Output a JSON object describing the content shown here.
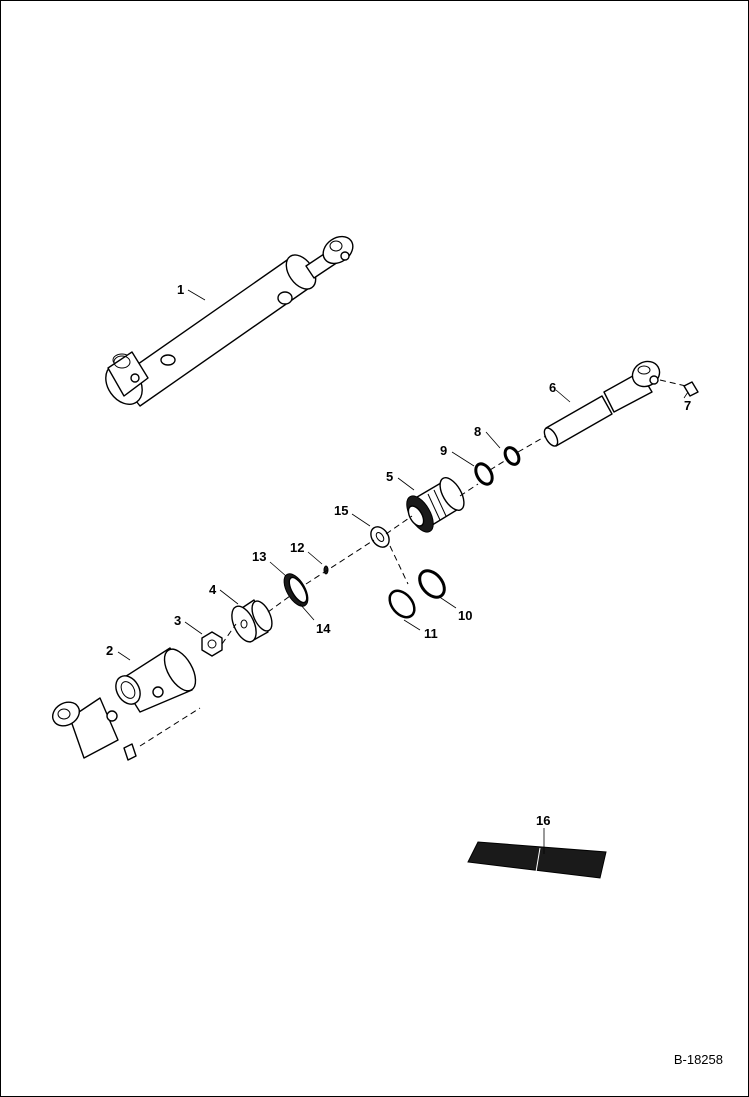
{
  "callouts": {
    "c1": "1",
    "c2": "2",
    "c3": "3",
    "c4": "4",
    "c5": "5",
    "c6": "6",
    "c7": "7",
    "c8": "8",
    "c9": "9",
    "c10": "10",
    "c11": "11",
    "c12": "12",
    "c13": "13",
    "c14": "14",
    "c15": "15",
    "c16": "16"
  },
  "figure_id": "B-18258"
}
